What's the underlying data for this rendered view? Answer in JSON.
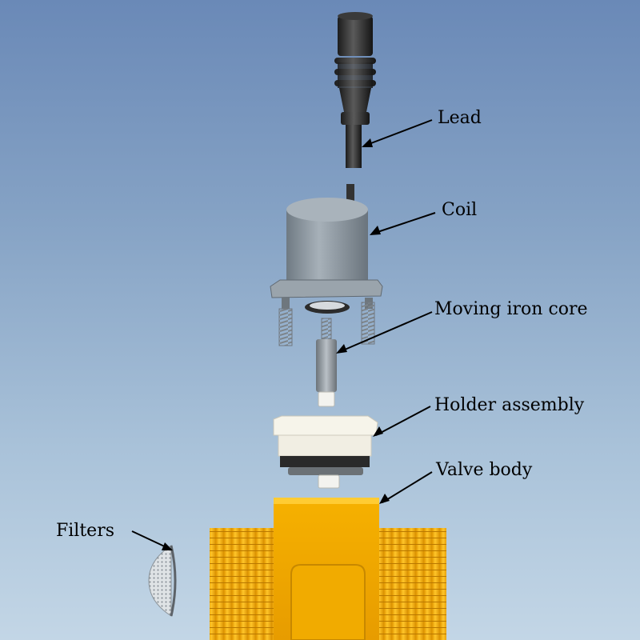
{
  "labels": {
    "lead": "Lead",
    "coil": "Coil",
    "core": "Moving iron core",
    "holder": "Holder assembly",
    "valve": "Valve body",
    "filters": "Filters"
  },
  "colors": {
    "background_top": "#6a89b7",
    "background_bottom": "#c3d6e6",
    "lead": "#2b2b2b",
    "coil": "#8a959e",
    "holder": "#f4f1e6",
    "valve_body": "#f2a900"
  }
}
